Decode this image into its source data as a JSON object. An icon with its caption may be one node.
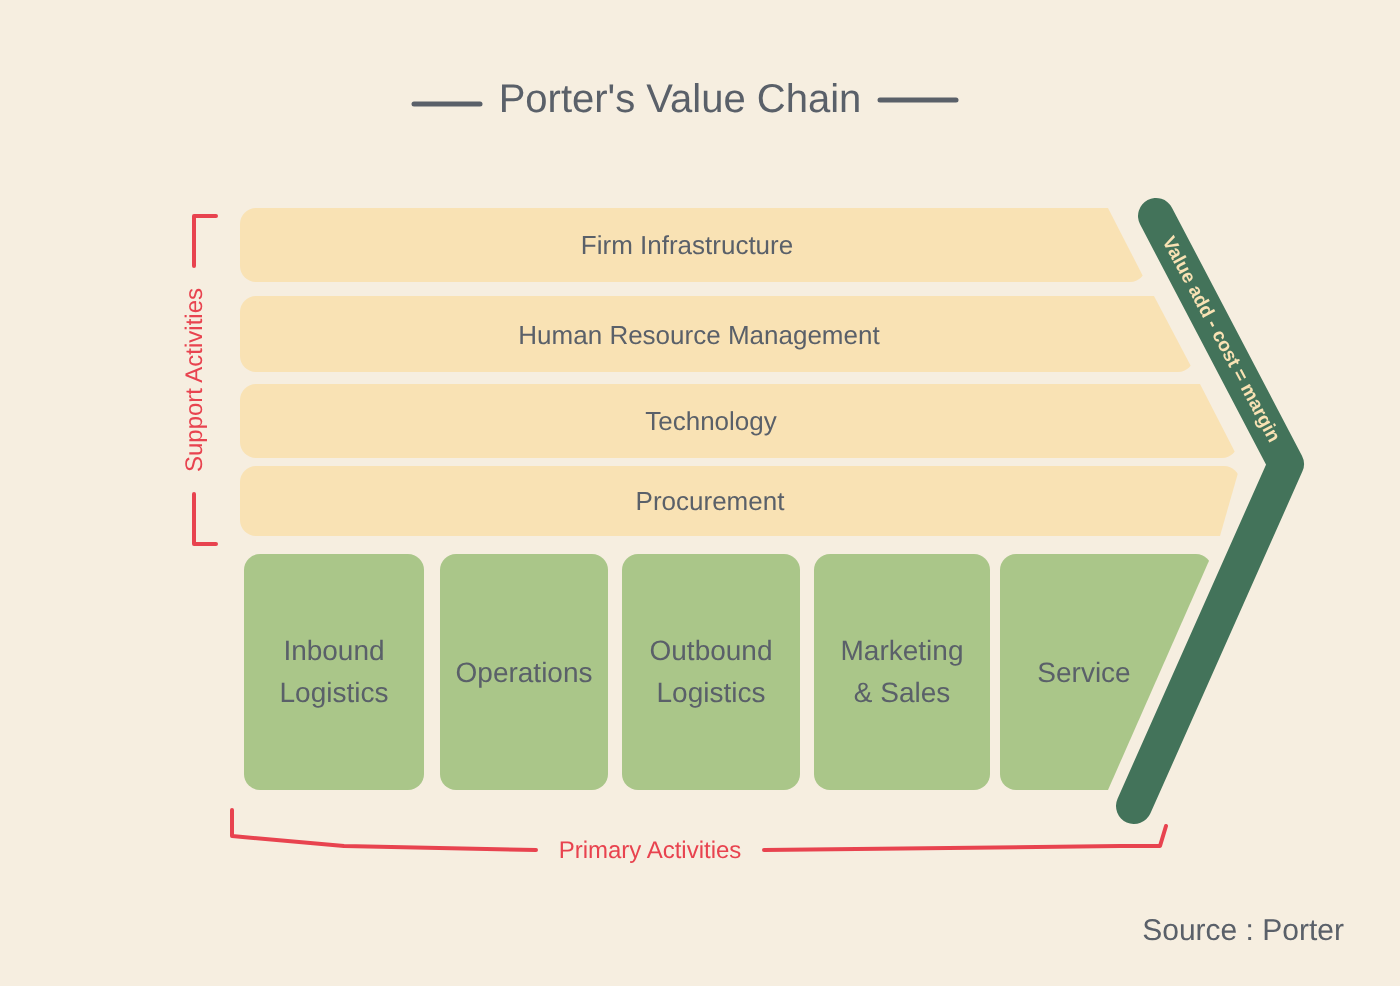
{
  "diagram": {
    "title": "Porter's Value Chain",
    "caption": "Source : Porter",
    "nodes": [
      {
        "text": [
          "Firm Infrastructure"
        ]
      },
      {
        "text": [
          "Human Resource Management"
        ]
      },
      {
        "text": [
          "Technology"
        ]
      },
      {
        "text": [
          "Procurement"
        ]
      },
      {
        "text": [
          "Inbound Logistics"
        ]
      },
      {
        "text": [
          "Operations"
        ]
      },
      {
        "text": [
          "Outbound Logistics"
        ]
      },
      {
        "text": [
          "Marketing & Sales"
        ]
      },
      {
        "text": [
          "Service"
        ]
      },
      {
        "text": [
          "Value add - cost = margin"
        ]
      }
    ],
    "labels": [
      "Support Activities",
      "Primary Activities"
    ]
  }
}
